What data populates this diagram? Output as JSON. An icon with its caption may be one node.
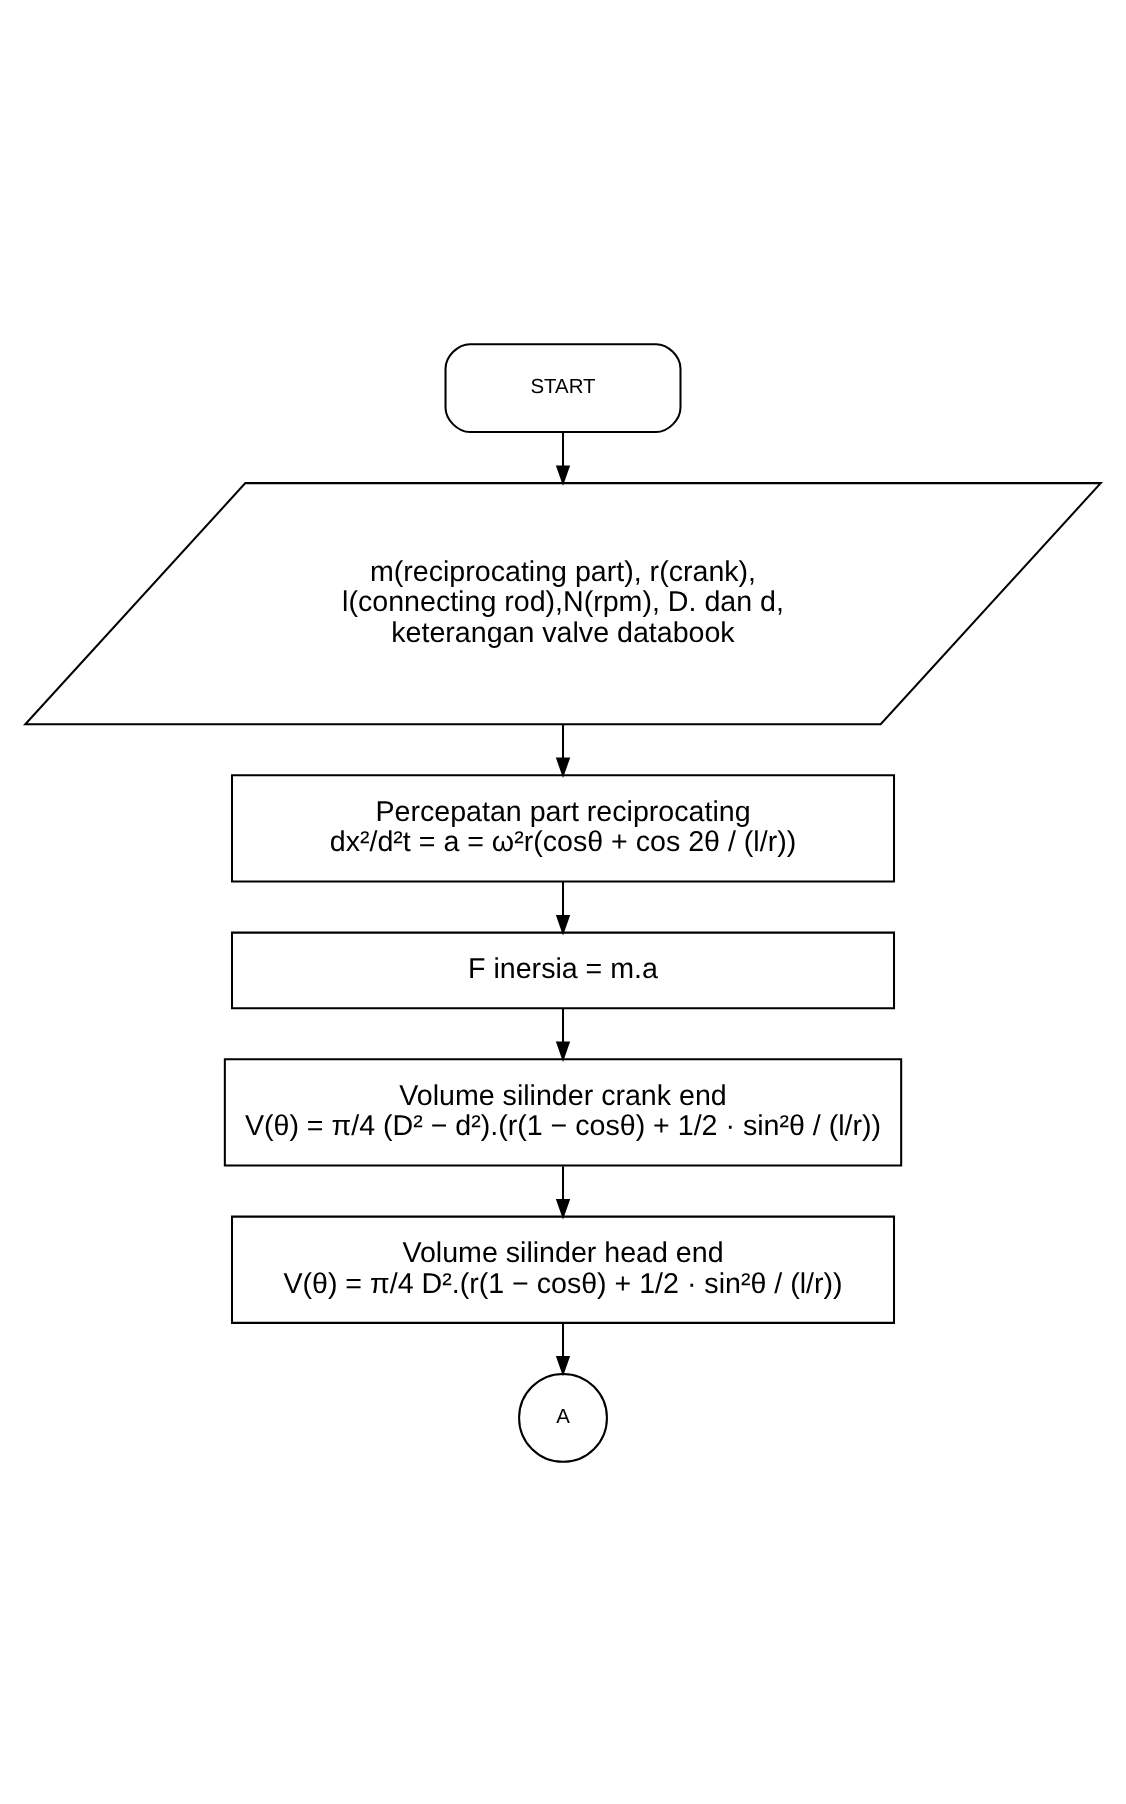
{
  "diagram": {
    "nodes": [
      {
        "text": [
          "START"
        ]
      },
      {
        "text": [
          "m(reciprocating part), r(crank), l(connecting rod),N(rpm), D. dan d, keterangan valve databook"
        ]
      },
      {
        "text": [
          "Percepatan part reciprocating",
          "dx²/d²t = a = ω²r(cosθ + cos 2θ / (l/r))"
        ]
      },
      {
        "text": [
          "F inersia = m.a"
        ]
      },
      {
        "text": [
          "Volume silinder crank end",
          "V(θ) = π/4 (D² − d²).(r(1 − cosθ) + 1/2 · sin²θ / (l/r))"
        ]
      },
      {
        "text": [
          "Volume silinder head end",
          "V(θ) = π/4 D².(r(1 − cosθ) + 1/2 · sin²θ / (l/r))"
        ]
      },
      {
        "text": [
          "A"
        ]
      }
    ],
    "edges": [
      {
        "from": 0,
        "to": 1,
        "arrow": "to"
      },
      {
        "from": 1,
        "to": 2,
        "arrow": "to"
      },
      {
        "from": 2,
        "to": 3,
        "arrow": "to"
      },
      {
        "from": 3,
        "to": 4,
        "arrow": "to"
      },
      {
        "from": 4,
        "to": 5,
        "arrow": "to"
      },
      {
        "from": 5,
        "to": 6,
        "arrow": "to"
      }
    ]
  }
}
